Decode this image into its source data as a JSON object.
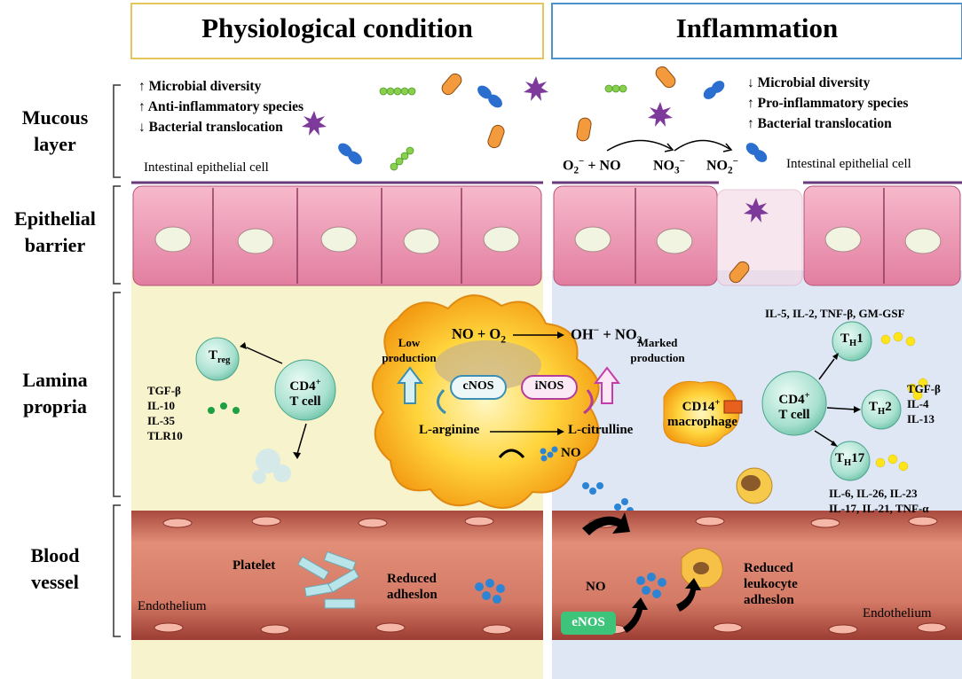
{
  "panels": {
    "physiological_title": "Physiological condition",
    "inflammation_title": "Inflammation"
  },
  "row_labels": {
    "mucous_line1": "Mucous",
    "mucous_line2": "layer",
    "epithelial_line1": "Epithelial",
    "epithelial_line2": "barrier",
    "lamina_line1": "Lamina",
    "lamina_line2": "propria",
    "blood_line1": "Blood",
    "blood_line2": "vessel"
  },
  "physio": {
    "mucous_items": [
      "↑ Microbial diversity",
      "↑ Anti-inflammatory species",
      "↓ Bacterial translocation"
    ],
    "epithelial_label": "Intestinal epithelial cell",
    "treg_base": "T",
    "treg_sub": "reg",
    "cd4_base": "CD4",
    "cd4_sup": "+",
    "cd4_line2": "T cell",
    "cytokines": [
      "TGF-β",
      "IL-10",
      "IL-35",
      "TLR10"
    ],
    "platelet": "Platelet",
    "reduced_adhesion_line1": "Reduced",
    "reduced_adhesion_line2": "adheslon",
    "endothelium": "Endothelium"
  },
  "inflam": {
    "mucous_items": [
      "↓ Microbial diversity",
      "↑ Pro-inflammatory species",
      "↑ Bacterial translocation"
    ],
    "reaction_o2": "O",
    "reaction_o2_sub": "2",
    "reaction_o2_sup": "−",
    "reaction_plus_no": " + NO",
    "reaction_no3": "NO",
    "reaction_no3_sub": "3",
    "reaction_no3_sup": "−",
    "reaction_no2": "NO",
    "reaction_no2_sub": "2",
    "reaction_no2_sup": "−",
    "epithelial_label": "Intestinal epithelial cell",
    "top_cytokines": "IL-5, IL-2, TNF-β, GM-GSF",
    "th1_base": "T",
    "th1_sub": "H",
    "th1_num": "1",
    "th2_base": "T",
    "th2_sub": "H",
    "th2_num": "2",
    "th17_base": "T",
    "th17_sub": "H",
    "th17_num": "17",
    "th2_cytokines": [
      "TGF-β",
      "IL-4",
      "IL-13"
    ],
    "bottom_cytokines": [
      "IL-6,  IL-26, IL-23",
      "IL-17, IL-21, TNF-α"
    ],
    "macrophage_base": "CD14",
    "macrophage_sup": "+",
    "macrophage_line2": "macrophage",
    "cd4_base": "CD4",
    "cd4_sup": "+",
    "cd4_line2": "T cell",
    "no_label": "NO",
    "enos": "eNOS",
    "reduced_leukocyte": [
      "Reduced",
      "leukocyte",
      "adheslon"
    ],
    "endothelium": "Endothelium"
  },
  "center": {
    "reaction_left": "NO + O",
    "reaction_left_sub": "2",
    "reaction_right": "OH",
    "reaction_right_sup": "−",
    "reaction_right_tail": " + NO",
    "reaction_right_sub": "2",
    "low_production_line1": "Low",
    "low_production_line2": "production",
    "marked_production_line1": "Marked",
    "marked_production_line2": "production",
    "cnos": "cNOS",
    "inos": "iNOS",
    "l_arginine": "L-arginine",
    "l_citrulline": "L-citrulline",
    "no_label": "NO"
  },
  "colors": {
    "physio_panel": "#f7f3cc",
    "inflam_panel": "#dfe7f5",
    "physio_title_border": "#e6c65a",
    "inflam_title_border": "#4d92c9",
    "epithelium": "#e27ea0",
    "vessel": "#c9685a",
    "enos_box": "#3ec47a",
    "cnos_border": "#3b8fb4",
    "inos_border": "#b43c9c",
    "no_dots": "#2c84d4"
  }
}
